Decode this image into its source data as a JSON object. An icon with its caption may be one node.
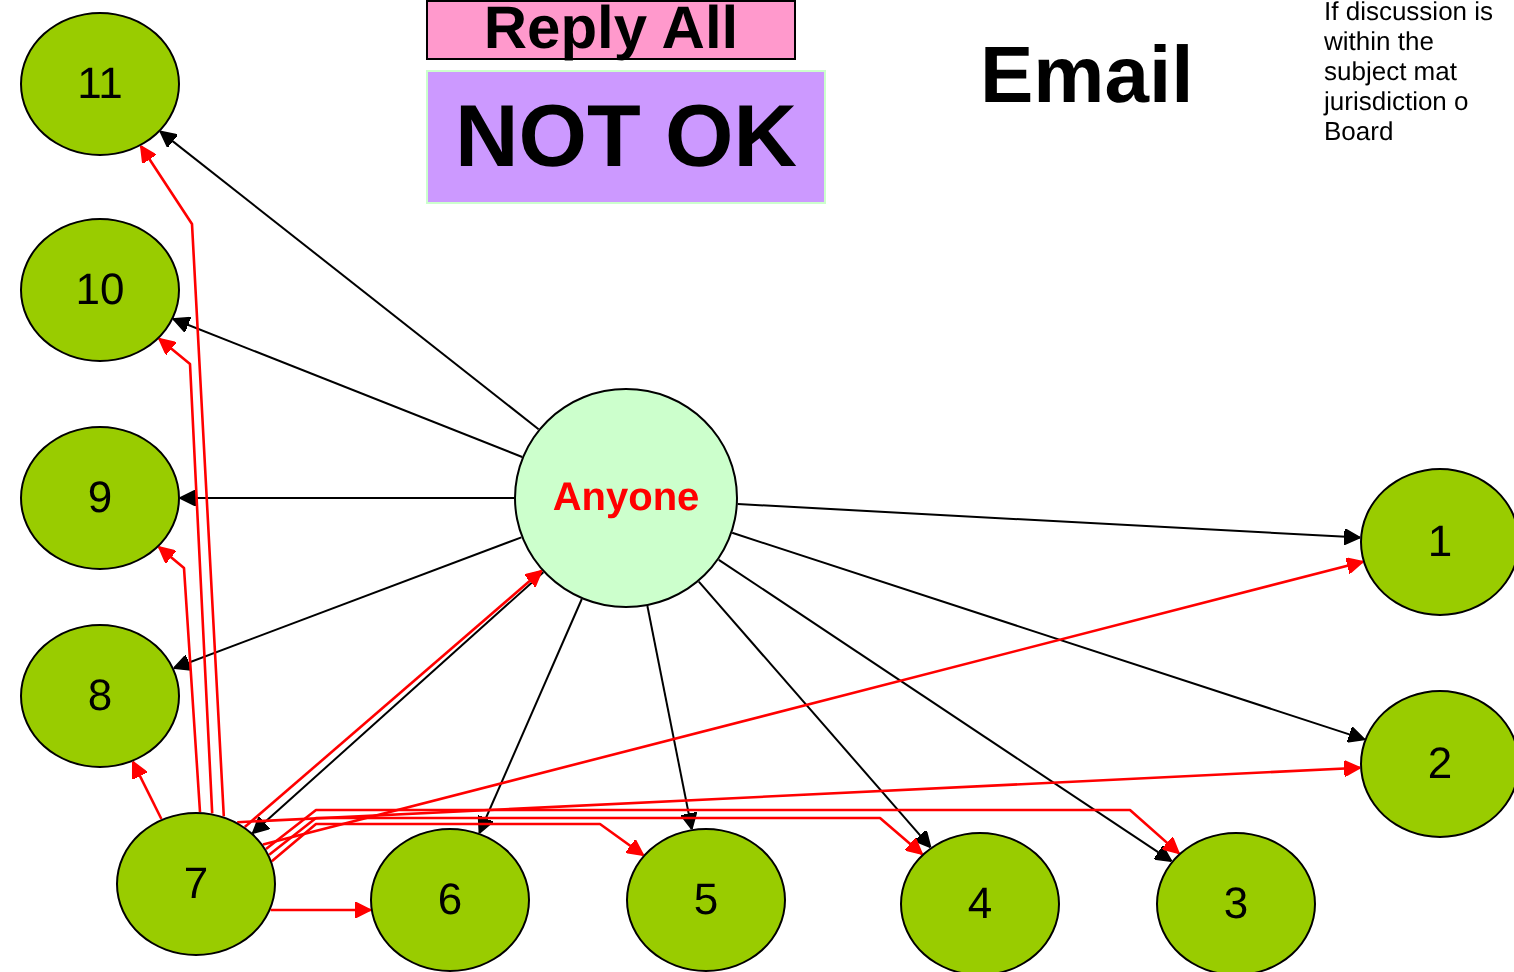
{
  "diagram": {
    "title": "Email",
    "nodes": [
      {
        "text": [
          "Reply All"
        ]
      },
      {
        "text": [
          "NOT OK"
        ]
      },
      {
        "text": [
          "Anyone"
        ]
      },
      {
        "text": [
          "1"
        ]
      },
      {
        "text": [
          "2"
        ]
      },
      {
        "text": [
          "3"
        ]
      },
      {
        "text": [
          "4"
        ]
      },
      {
        "text": [
          "5"
        ]
      },
      {
        "text": [
          "6"
        ]
      },
      {
        "text": [
          "7"
        ]
      },
      {
        "text": [
          "8"
        ]
      },
      {
        "text": [
          "9"
        ]
      },
      {
        "text": [
          "10"
        ]
      },
      {
        "text": [
          "11"
        ]
      }
    ],
    "edges": [
      {
        "from": 2,
        "to": 13,
        "arrow": "to"
      },
      {
        "from": 2,
        "to": 12,
        "arrow": "to"
      },
      {
        "from": 2,
        "to": 11,
        "arrow": "to"
      },
      {
        "from": 2,
        "to": 10,
        "arrow": "to"
      },
      {
        "from": 2,
        "to": 9,
        "arrow": "to"
      },
      {
        "from": 2,
        "to": 8,
        "arrow": "to"
      },
      {
        "from": 2,
        "to": 7,
        "arrow": "to"
      },
      {
        "from": 2,
        "to": 6,
        "arrow": "to"
      },
      {
        "from": 2,
        "to": 5,
        "arrow": "to"
      },
      {
        "from": 2,
        "to": 4,
        "arrow": "to"
      },
      {
        "from": 2,
        "to": 3,
        "arrow": "to"
      },
      {
        "from": 9,
        "to": 13,
        "arrow": "to",
        "color": "#ff0000"
      },
      {
        "from": 9,
        "to": 12,
        "arrow": "to",
        "color": "#ff0000"
      },
      {
        "from": 9,
        "to": 11,
        "arrow": "to",
        "color": "#ff0000"
      },
      {
        "from": 9,
        "to": 10,
        "arrow": "to",
        "color": "#ff0000"
      },
      {
        "from": 9,
        "to": 2,
        "arrow": "to",
        "color": "#ff0000"
      },
      {
        "from": 9,
        "to": 3,
        "arrow": "to",
        "color": "#ff0000"
      },
      {
        "from": 9,
        "to": 4,
        "arrow": "to",
        "color": "#ff0000"
      },
      {
        "from": 9,
        "to": 5,
        "arrow": "to",
        "color": "#ff0000"
      },
      {
        "from": 9,
        "to": 6,
        "arrow": "to",
        "color": "#ff0000"
      },
      {
        "from": 9,
        "to": 7,
        "arrow": "to",
        "color": "#ff0000"
      },
      {
        "from": 9,
        "to": 8,
        "arrow": "to",
        "color": "#ff0000"
      }
    ],
    "labels": [
      "If discussion is within the subject mat jurisdiction o Board"
    ]
  }
}
